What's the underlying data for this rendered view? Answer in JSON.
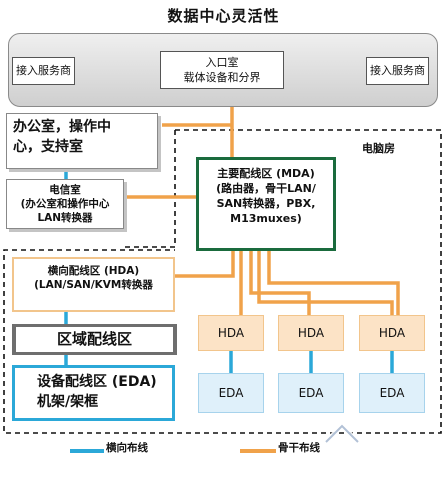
{
  "title": "数据中心灵活性",
  "entrance": {
    "provider_left": "接入服务商",
    "provider_right": "接入服务商",
    "room_line1": "入口室",
    "room_line2": "载体设备和分界"
  },
  "office": {
    "line1": "办公室，操作中",
    "line2": "心，支持室"
  },
  "telecom": {
    "line1": "电信室",
    "line2": "(办公室和操作中心",
    "line3": "LAN转换器"
  },
  "computer_room": {
    "label": "电脑房"
  },
  "mda": {
    "line1": "主要配线区 (MDA)",
    "line2": "(路由器，骨干LAN/",
    "line3": "SAN转换器，PBX,",
    "line4": "M13muxes)"
  },
  "hda_main": {
    "line1": "横向配线区 (HDA)",
    "line2": "(LAN/SAN/KVM转换器"
  },
  "zone": {
    "label": "区域配线区"
  },
  "eda_main": {
    "line1": "设备配线区 (EDA)",
    "line2": "机架/架框"
  },
  "hda_boxes": [
    "HDA",
    "HDA",
    "HDA"
  ],
  "eda_boxes": [
    "EDA",
    "EDA",
    "EDA"
  ],
  "legend": {
    "horizontal": "横向布线",
    "backbone": "骨干布线"
  },
  "colors": {
    "horizontal": "#2ba8d8",
    "backbone": "#f0a24a",
    "mda_border": "#1a6b3d"
  }
}
